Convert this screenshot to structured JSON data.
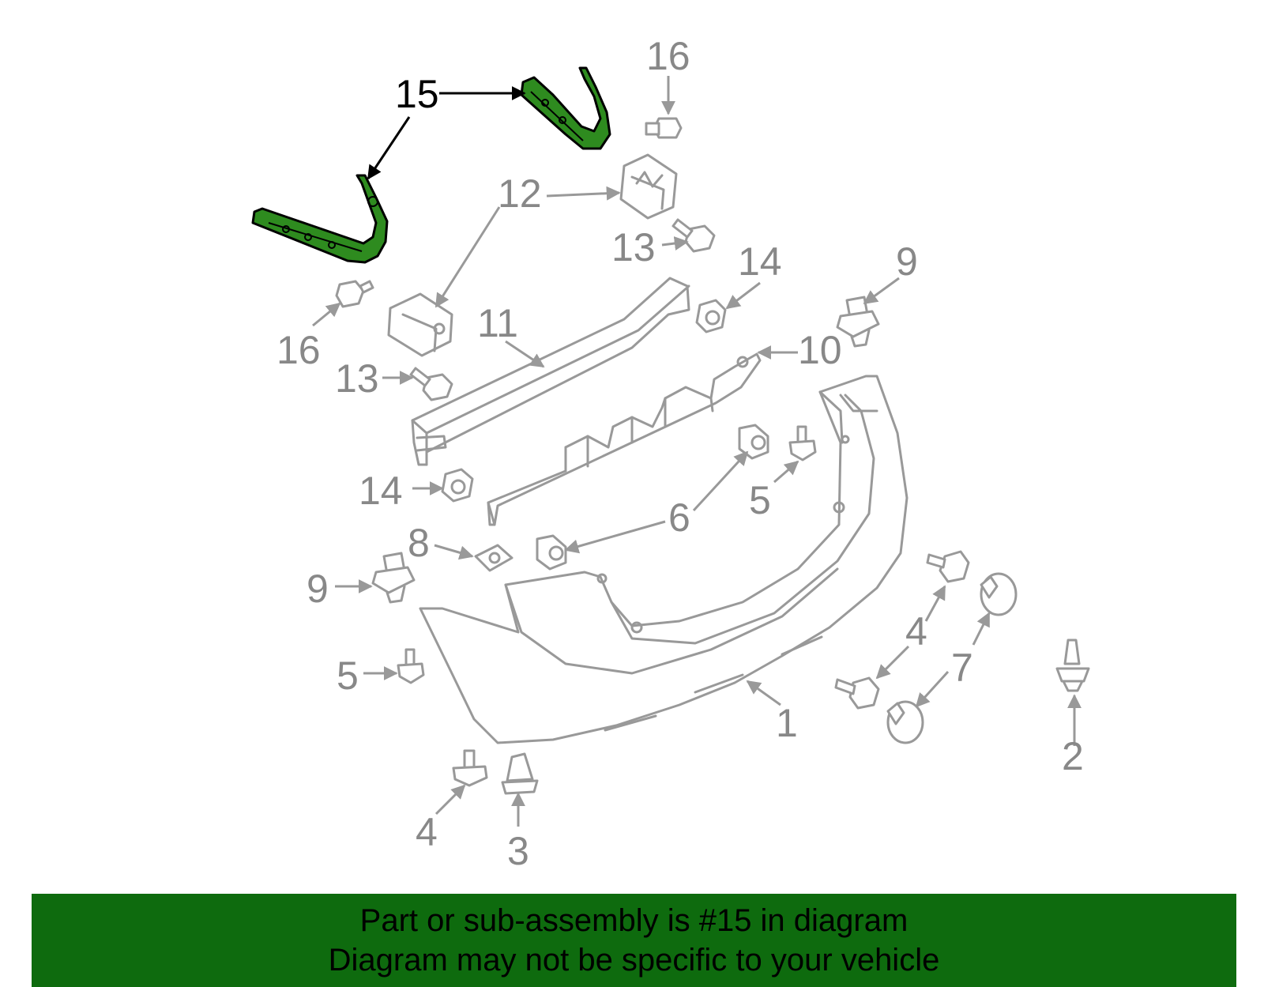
{
  "diagram": {
    "callouts": {
      "c1": "1",
      "c2": "2",
      "c3": "3",
      "c4a": "4",
      "c4b": "4",
      "c5a": "5",
      "c5b": "5",
      "c6": "6",
      "c7": "7",
      "c8": "8",
      "c9a": "9",
      "c9b": "9",
      "c10": "10",
      "c11": "11",
      "c12": "12",
      "c13a": "13",
      "c13b": "13",
      "c14a": "14",
      "c14b": "14",
      "c15": "15",
      "c16a": "16",
      "c16b": "16"
    },
    "highlighted_part": "15",
    "highlight_color": "#2e8b1f",
    "part_color": "#999999"
  },
  "banner": {
    "line1": "Part or sub-assembly is #15 in diagram",
    "line2": "Diagram may not be specific to your vehicle",
    "background": "#0e6b0e"
  }
}
